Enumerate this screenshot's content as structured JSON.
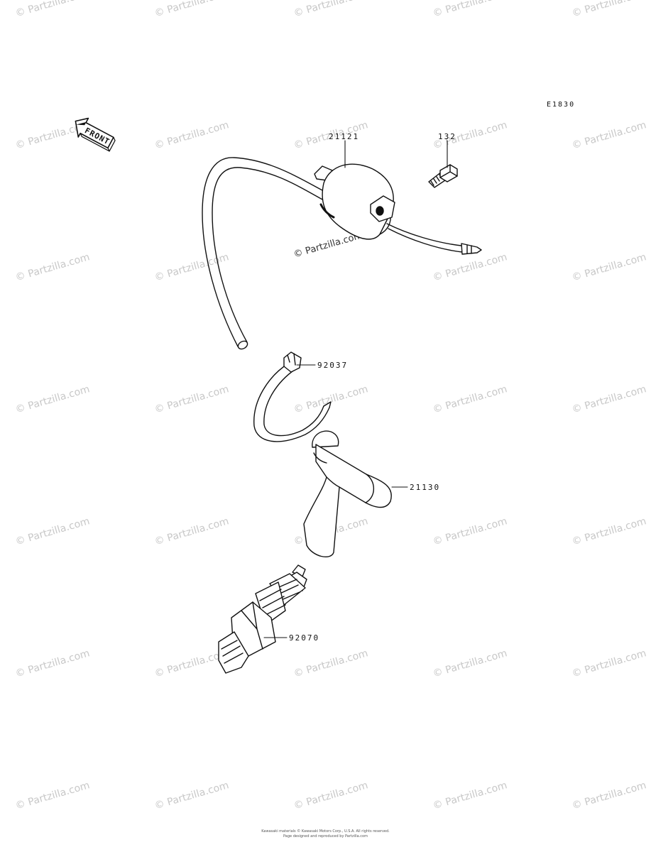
{
  "reference_code": "E1830",
  "front_label": "FRONT",
  "watermark": "© Partzilla.com",
  "parts": [
    {
      "number": "21121"
    },
    {
      "number": "132"
    },
    {
      "number": "92037"
    },
    {
      "number": "21130"
    },
    {
      "number": "92070"
    }
  ],
  "footer": {
    "line1": "Kawasaki materials © Kawasaki Motors Corp., U.S.A. All rights reserved.",
    "line2": "Page designed and reproduced by Partzilla.com"
  }
}
